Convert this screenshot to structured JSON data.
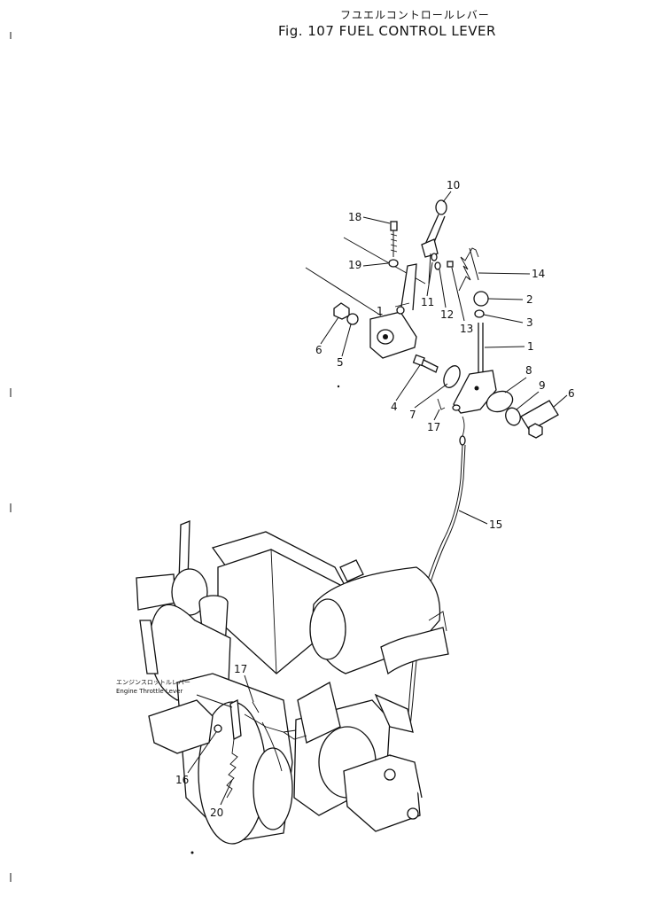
{
  "title": {
    "japanese": "フユエルコントロールレバー",
    "english": "Fig. 107  FUEL  CONTROL  LEVER"
  },
  "engine_note": {
    "japanese": "エンジンスロットルレバー",
    "english": "Engine Throttle Lever"
  },
  "callouts": [
    "1",
    "1",
    "2",
    "3",
    "4",
    "5",
    "6",
    "6",
    "7",
    "8",
    "9",
    "10",
    "11",
    "12",
    "13",
    "14",
    "15",
    "16",
    "17",
    "17",
    "18",
    "19",
    "20"
  ]
}
